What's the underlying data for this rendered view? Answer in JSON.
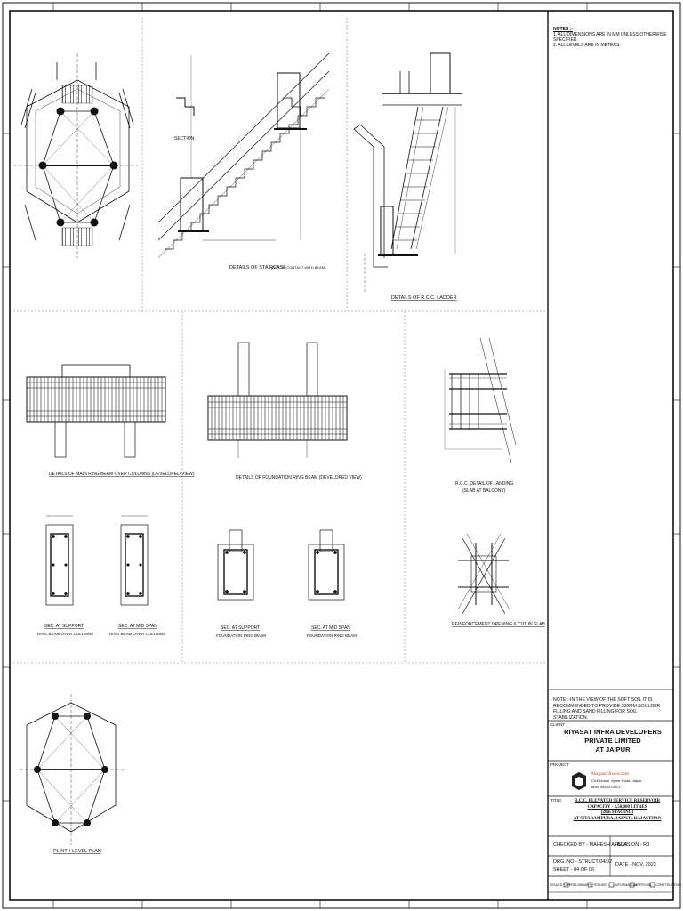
{
  "sheet": {
    "notes_title": "NOTES :-",
    "notes": [
      "1. ALL DIMENSIONS ARE IN MM UNLESS OTHERWISE SPECIFIED.",
      "2. ALL LEVELS ARE IN METERS."
    ],
    "soil_note": "NOTE :-IN THE VIEW OF THE SOFT SOIL IT IS RECOMMENDED TO PROVIDE 300MM BOULDER FILLING AND SAND FILLING FOR SOIL STABILIZATION.",
    "client_label": "CLIENT",
    "client_name": "RIYASAT INFRA DEVELOPERS PRIVATE LIMITED",
    "client_city": "AT JAIPUR",
    "consultant_label": "PROJECT",
    "consultant_name": "Magana Associates",
    "consultant_address": "Civil House, Ajmer Road, Jaipur",
    "consultant_phone": "Mob. 9828475921",
    "title_label": "TITLE",
    "project_lines": [
      "R.C.C. ELEVATED SERVICE RESERVOIR",
      "CAPACITY - 2,50,000 LITRES",
      "(20m STAGING)",
      "AT SITARAMPURA, JAIPUR, RAJASTHAN"
    ],
    "checked_by": "CHECKED BY - MAHESH AHUJA",
    "revision": "REVISION - R0",
    "drg_no": "DRG. NO.- STRUCT/04/02",
    "sheet_no": "SHEET - 04 OF 06",
    "date": "DATE - NOV, 2023",
    "status_items": [
      "PRELIMINARY",
      "TENDER",
      "INFORMATION",
      "APPROVAL",
      "CONSTRUCTION"
    ],
    "status_label": "ISSUED FOR"
  },
  "details": {
    "staircase": "DETAILS OF STAIRCASE",
    "staircase_note": "(NOT TO CONTACT WITH BEAM)",
    "section_label": "SECTION",
    "ladder": "DETAILS OF R.C.C. LADDER",
    "main_ring_beam": "DETAILS OF MAIN RING BEAM OVER COLUMNS (DEVELOPED VIEW)",
    "foundation_ring_beam": "DETAILS OF FOUNDATION RING BEAM (DEVELOPED VIEW)",
    "landing": [
      "R.C.C. DETAIL OF LANDING",
      "(SLAB AT BALCONY)"
    ],
    "sec_support_1": [
      "SEC. AT SUPPORT",
      "RING BEAM OVER COLUMNS"
    ],
    "sec_midspan_1": [
      "SEC. AT MID SPAN",
      "RING BEAM OVER COLUMNS"
    ],
    "sec_support_2": [
      "SEC. AT SUPPORT",
      "FOUNDATION RING BEAM"
    ],
    "sec_midspan_2": [
      "SEC. AT MID SPAN",
      "FOUNDATION RING BEAM"
    ],
    "reinforcement_opening": "REINFORCEMENT OPENING & CUT IN SLAB",
    "plinth_plan": "PLINTH LEVEL PLAN"
  }
}
